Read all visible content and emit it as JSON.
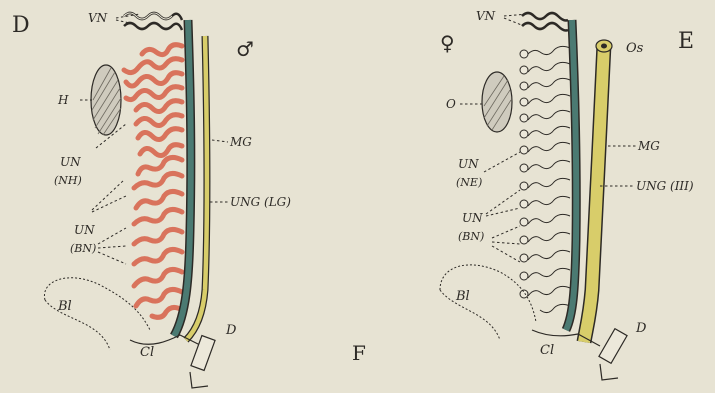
{
  "plate": {
    "panels": {
      "D": {
        "letter": "D",
        "sex_symbol": "♂",
        "labels": {
          "vn": "VN",
          "h": "H",
          "un_nh_1": "UN",
          "un_nh_2": "(NH)",
          "un_bn_1": "UN",
          "un_bn_2": "(BN)",
          "mg": "MG",
          "ung": "UNG (LG)",
          "bl": "Bl",
          "cl": "Cl",
          "d": "D"
        }
      },
      "E": {
        "letter": "E",
        "sex_symbol": "♀",
        "labels": {
          "vn": "VN",
          "os": "Os",
          "o": "O",
          "un_ne_1": "UN",
          "un_ne_2": "(NE)",
          "un_bn_1": "UN",
          "un_bn_2": "(BN)",
          "mg": "MG",
          "ung": "UNG (III)",
          "bl": "Bl",
          "cl": "Cl",
          "d": "D"
        }
      },
      "F": {
        "letter": "F"
      }
    },
    "colors": {
      "paper": "#e7e3d3",
      "tubule_red": "#d9735c",
      "duct_teal": "#4b7a72",
      "duct_yellow": "#d8cd6a",
      "ink": "#2d2a26"
    }
  }
}
